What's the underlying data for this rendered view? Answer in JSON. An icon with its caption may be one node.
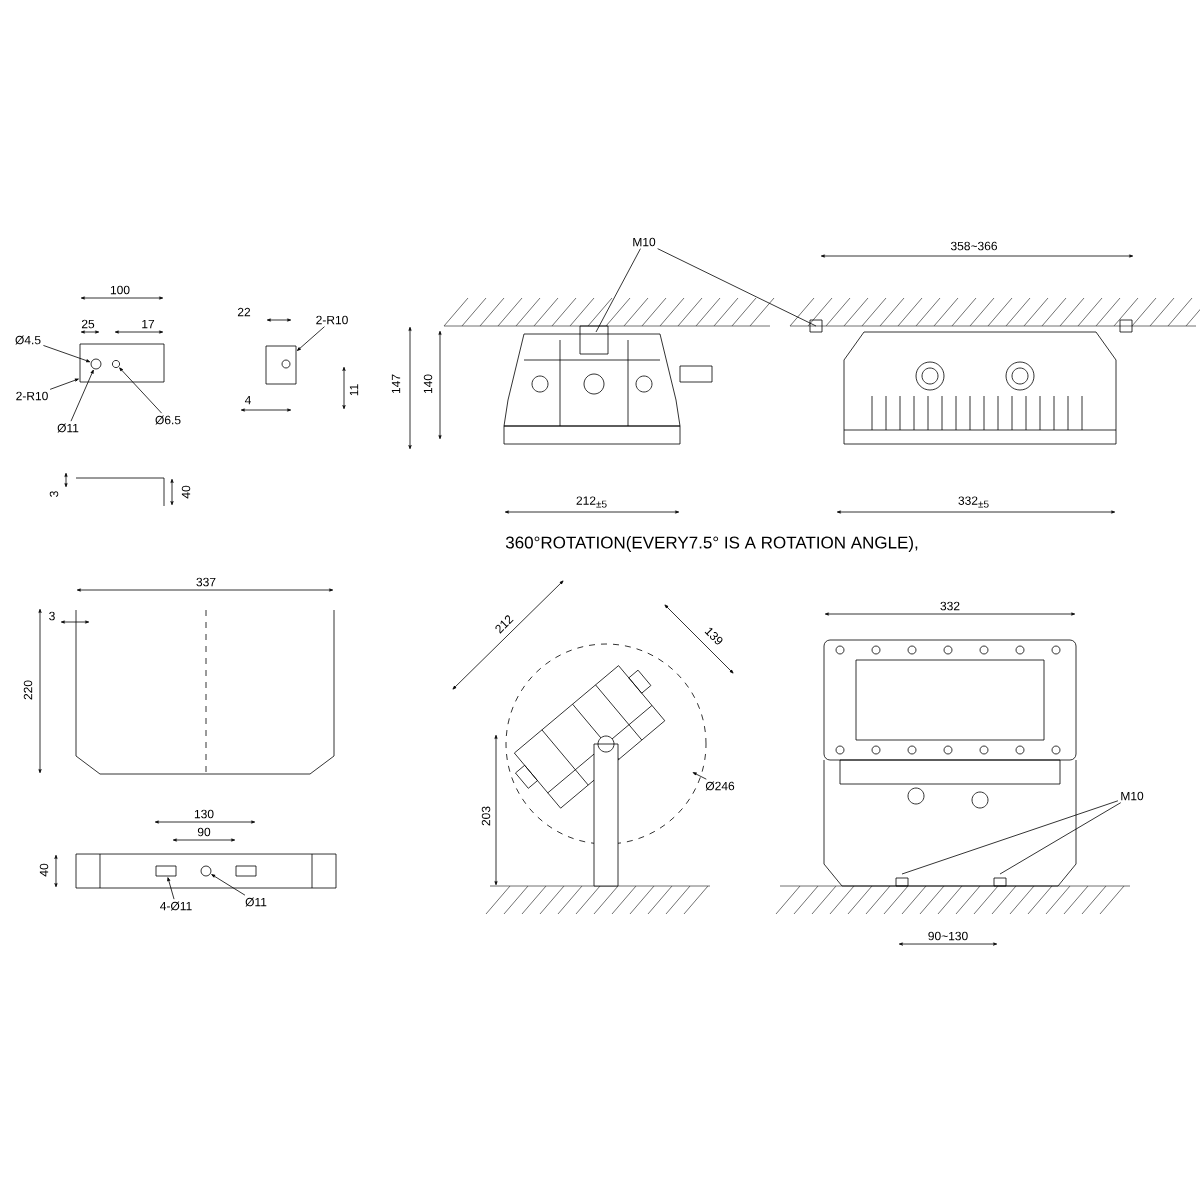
{
  "diagram": {
    "nodes": [
      {
        "text": [
          "M10"
        ]
      },
      {
        "text": [
          "Ø4.5"
        ]
      },
      {
        "text": [
          "2-R10"
        ]
      },
      {
        "text": [
          "Ø11"
        ]
      },
      {
        "text": [
          "Ø6.5"
        ]
      },
      {
        "text": [
          "2-R10"
        ]
      },
      {
        "text": [
          "4-Ø11"
        ]
      },
      {
        "text": [
          "Ø11"
        ]
      },
      {
        "text": [
          "Ø246"
        ]
      },
      {
        "text": [
          "M10"
        ]
      },
      {
        "text": [],
        "shape": "box"
      },
      {
        "text": [],
        "shape": "circle",
        "in": 10
      },
      {
        "text": [],
        "shape": "circle",
        "in": 10
      },
      {
        "text": [],
        "shape": "box"
      },
      {
        "text": [],
        "shape": "box"
      },
      {
        "text": [],
        "shape": "box",
        "in": 14
      },
      {
        "text": [],
        "shape": "circle",
        "in": 14
      }
    ],
    "edges": [
      {
        "from": 0,
        "to": null,
        "arrow": "none"
      },
      {
        "from": 0,
        "to": null,
        "arrow": "none"
      },
      {
        "from": 1,
        "to": 11,
        "arrow": "to"
      },
      {
        "from": 2,
        "to": 10,
        "arrow": "to"
      },
      {
        "from": 3,
        "to": 11,
        "arrow": "to"
      },
      {
        "from": 4,
        "to": 12,
        "arrow": "to"
      },
      {
        "from": 5,
        "to": 13,
        "arrow": "to"
      },
      {
        "from": 6,
        "to": 15,
        "arrow": "to"
      },
      {
        "from": 7,
        "to": 16,
        "arrow": "to"
      },
      {
        "from": 8,
        "to": null,
        "arrow": "to"
      },
      {
        "from": 9,
        "to": null,
        "arrow": "none"
      },
      {
        "from": 9,
        "to": null,
        "arrow": "none"
      }
    ],
    "labels": [
      "100",
      "25",
      "17",
      "22",
      "11",
      "4",
      "3",
      "40",
      "212$_{±5}$",
      "147",
      "140",
      "358~366",
      "332$_{±5}$",
      "360°ROTATION(EVERY7.5° IS A ROTATION ANGLE),",
      "337",
      "3",
      "220",
      "130",
      "90",
      "40",
      "212",
      "139",
      "203",
      "332",
      "90~130"
    ]
  }
}
